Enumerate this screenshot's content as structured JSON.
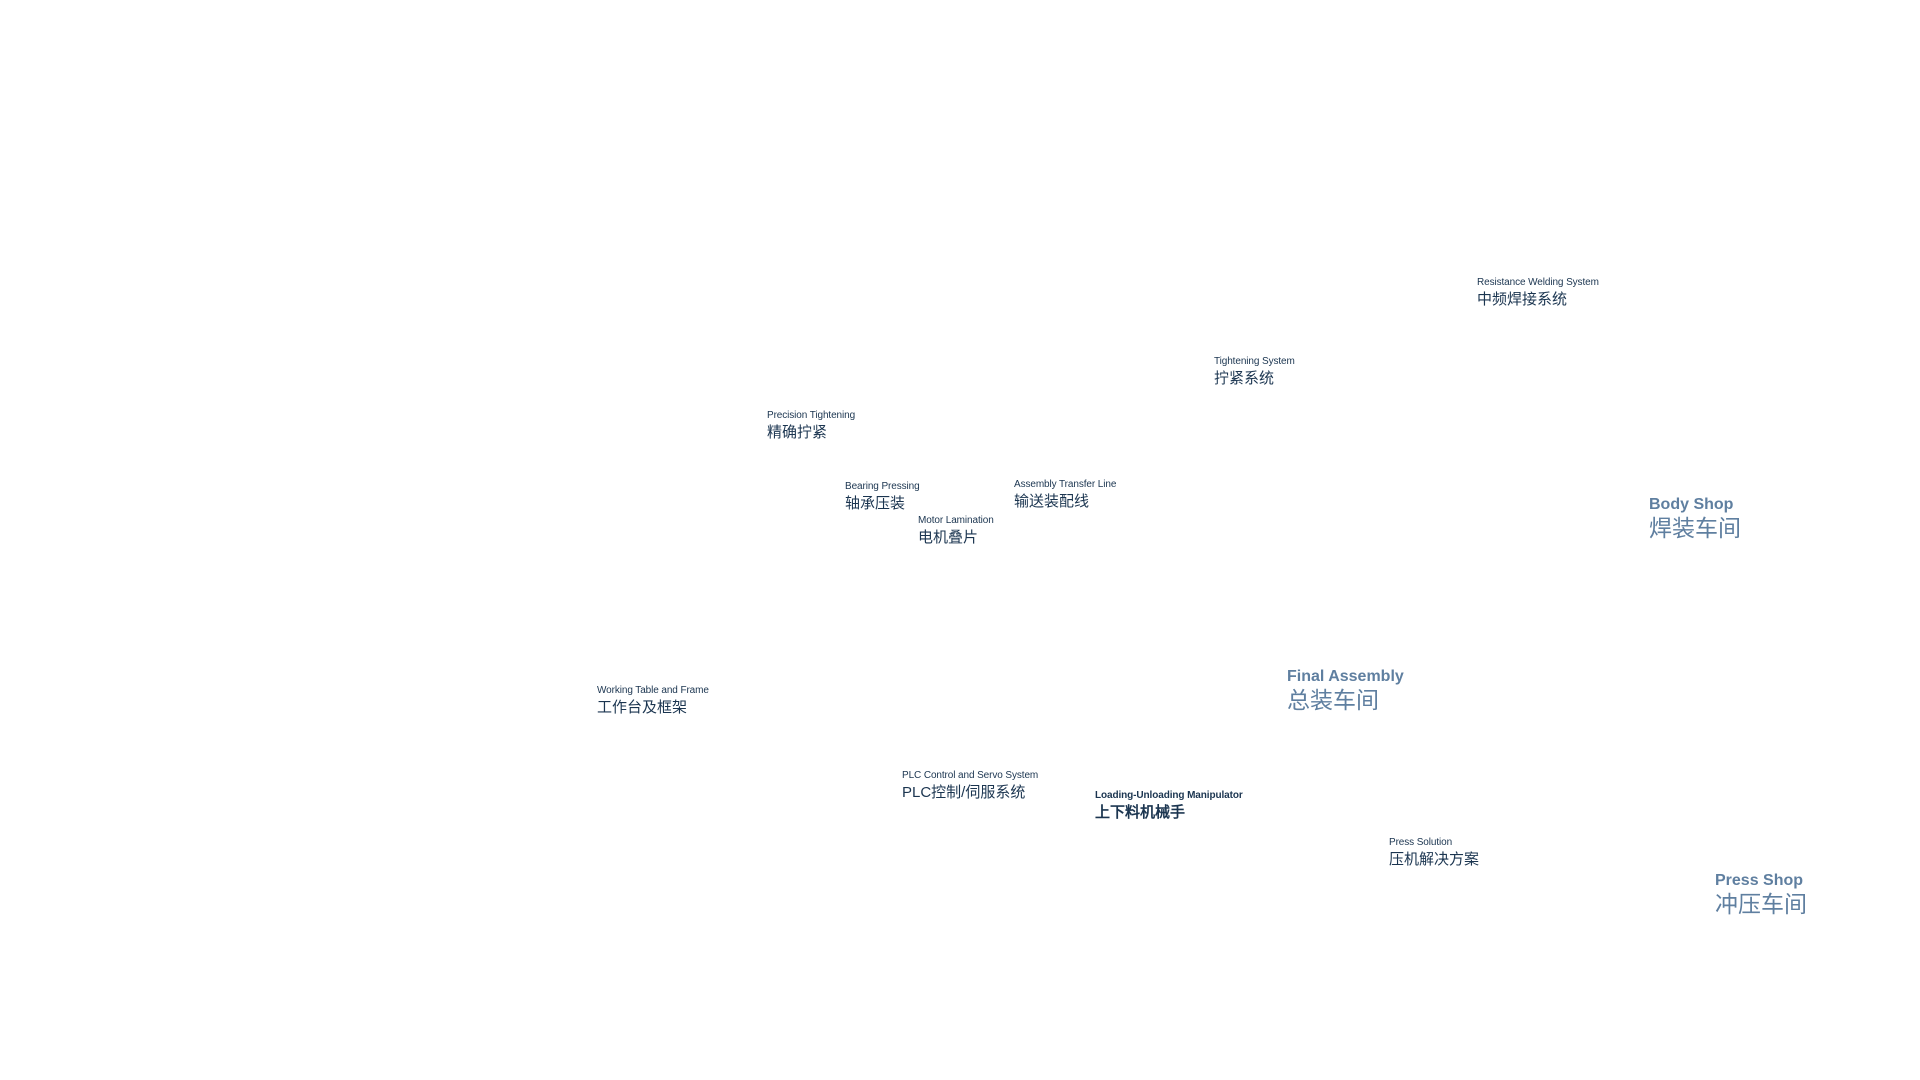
{
  "items": [
    {
      "en": "Resistance Welding System",
      "zh": "中频焊接系统"
    },
    {
      "en": "Tightening System",
      "zh": "拧紧系统"
    },
    {
      "en": "Precision Tightening",
      "zh": "精确拧紧"
    },
    {
      "en": "Bearing Pressing",
      "zh": "轴承压装"
    },
    {
      "en": "Assembly Transfer Line",
      "zh": "输送装配线"
    },
    {
      "en": "Motor Lamination",
      "zh": "电机叠片"
    },
    {
      "en": "Working Table and Frame",
      "zh": "工作台及框架"
    },
    {
      "en": "PLC Control and Servo System",
      "zh": "PLC控制/伺服系统"
    },
    {
      "en": "Loading-Unloading Manipulator",
      "zh": "上下料机械手"
    },
    {
      "en": "Press Solution",
      "zh": "压机解决方案"
    }
  ],
  "shops": [
    {
      "en": "Body Shop",
      "zh": "焊装车间"
    },
    {
      "en": "Final Assembly",
      "zh": "总装车间"
    },
    {
      "en": "Press Shop",
      "zh": "冲压车间"
    }
  ],
  "colors": {
    "item_text": "#1b3550",
    "shop_text": "#5f7fa0",
    "background": "#ffffff"
  }
}
